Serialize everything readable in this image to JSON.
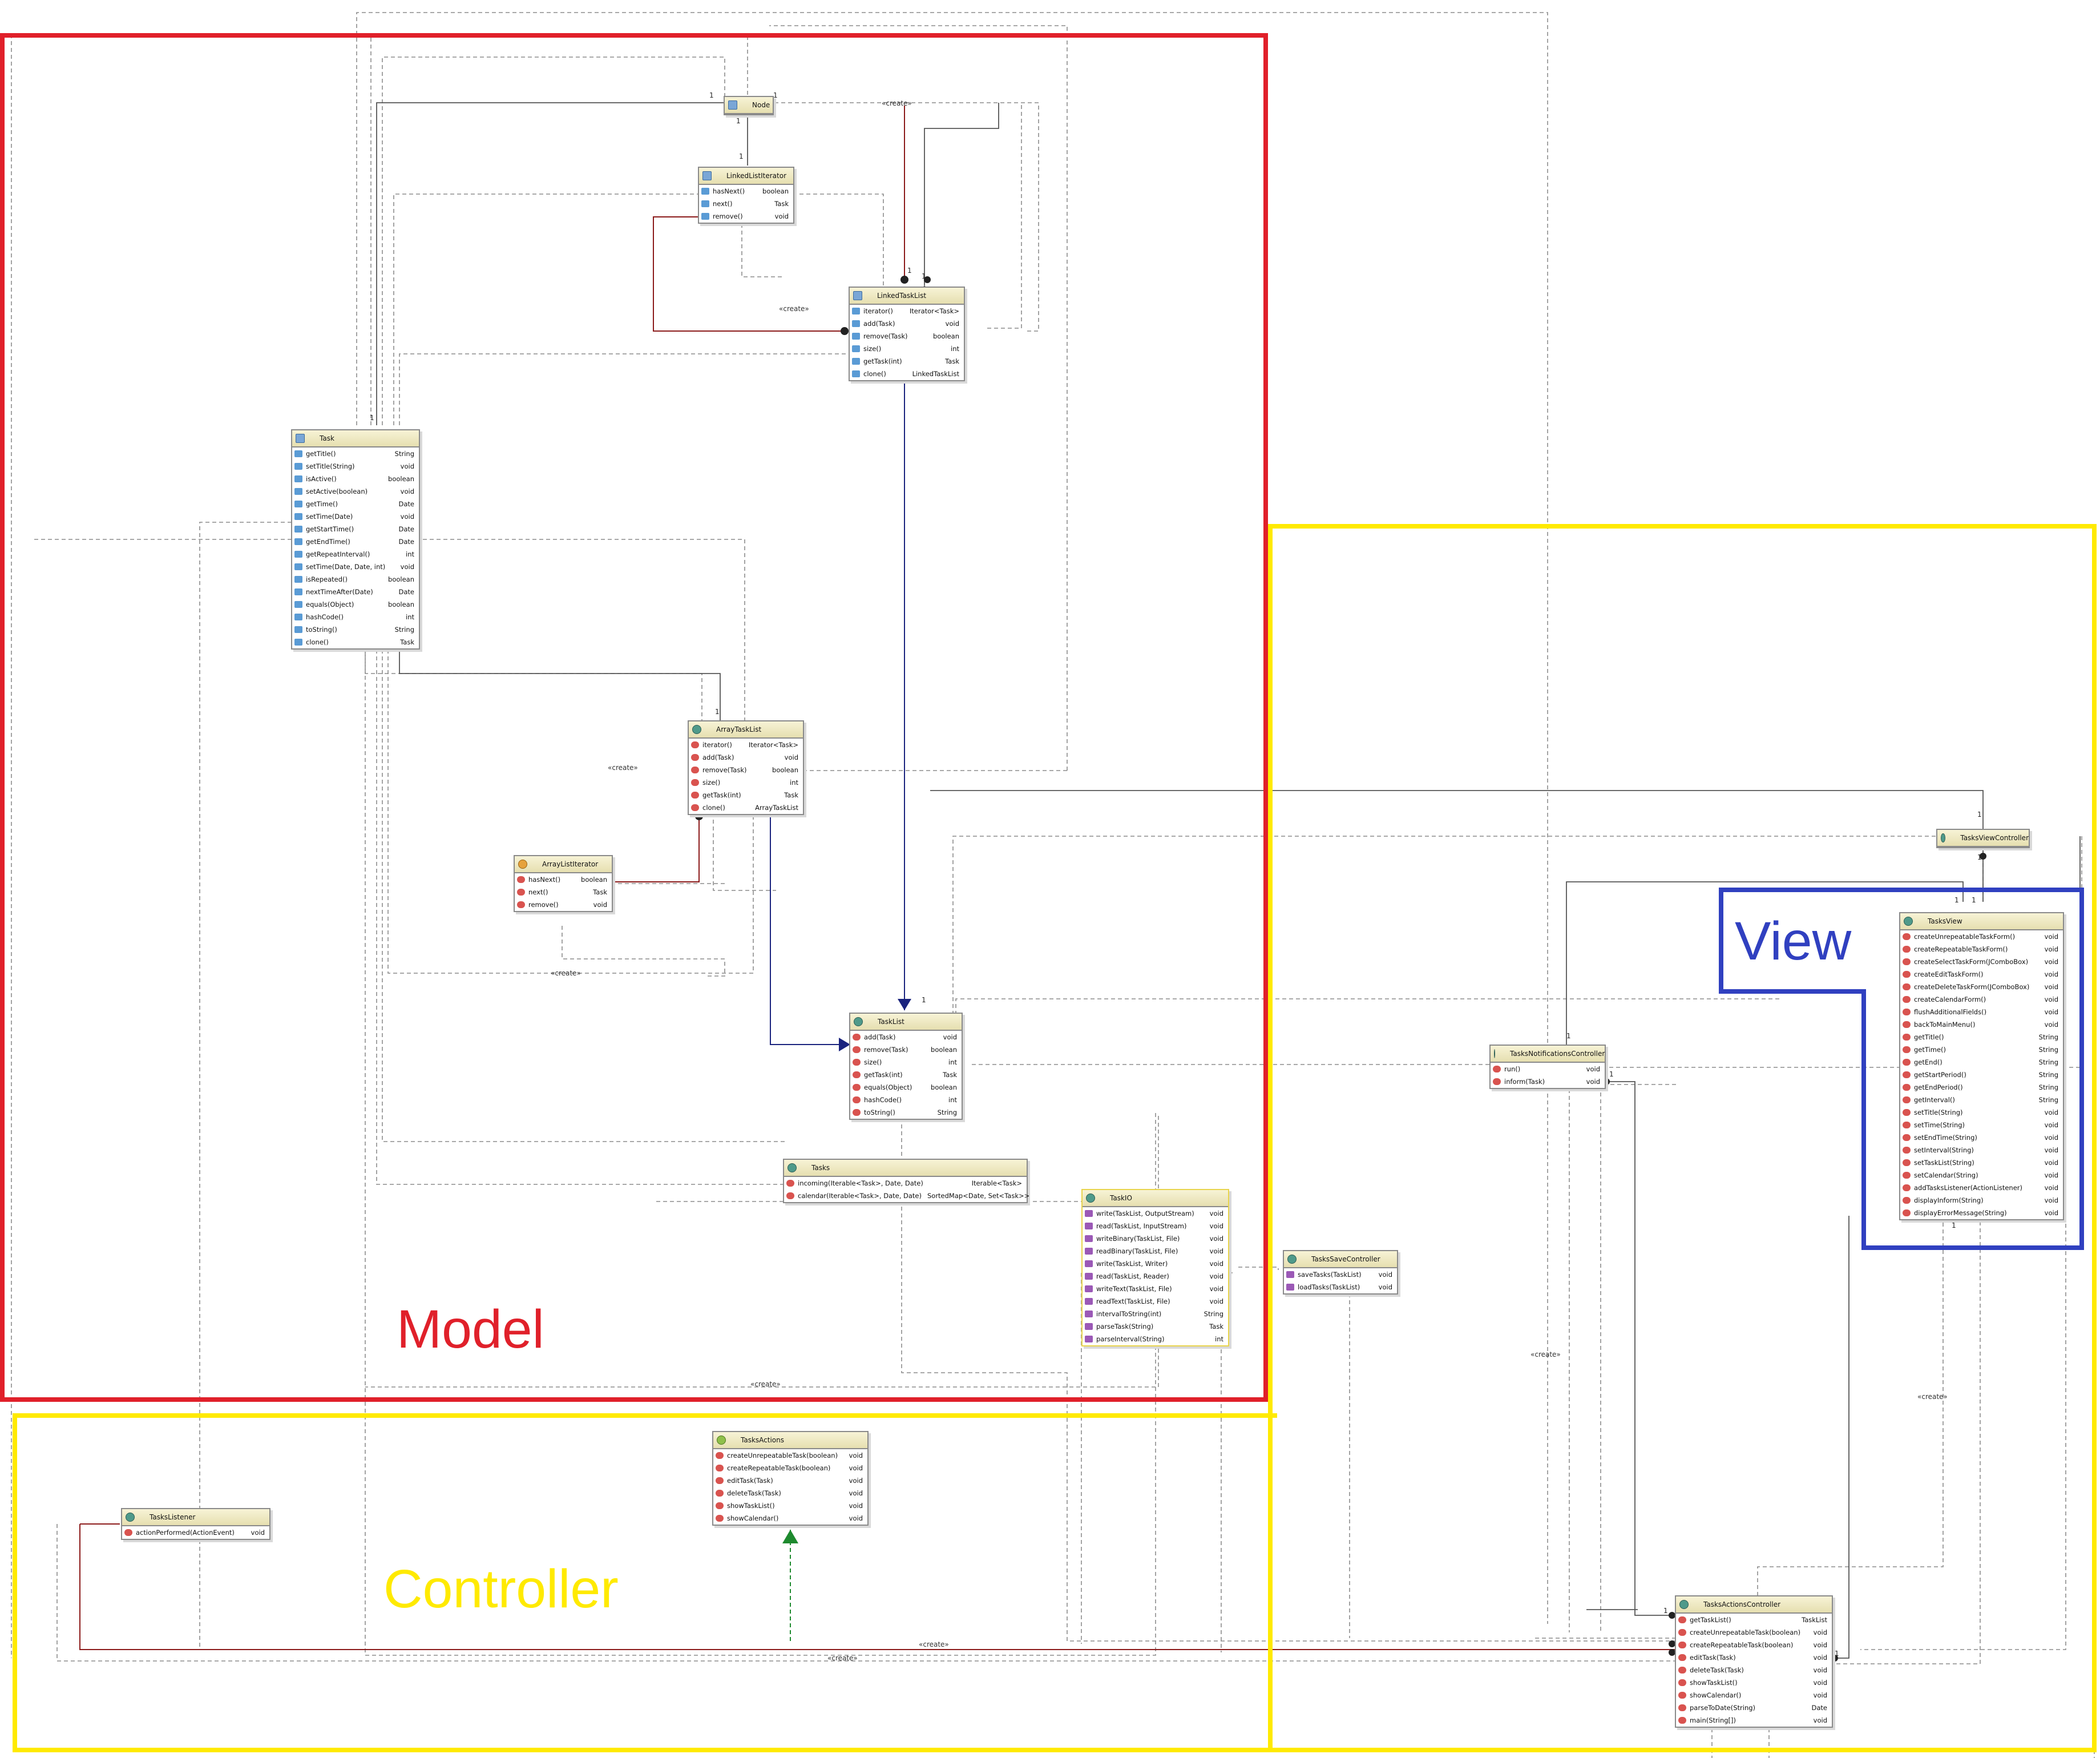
{
  "regions": {
    "model_label": "Model",
    "controller_label": "Controller",
    "view_label": "View",
    "colors": {
      "model": "#e0202a",
      "controller": "#ffea00",
      "view": "#3040c0"
    }
  },
  "stereotype_create": "«create»",
  "multiplicity_one": "1",
  "classes": {
    "node": {
      "name": "Node",
      "icon": "package-class-icon",
      "methods": []
    },
    "linkedlistiterator": {
      "name": "LinkedListIterator",
      "icon": "package-class-icon",
      "methods": [
        {
          "name": "hasNext()",
          "type": "boolean"
        },
        {
          "name": "next()",
          "type": "Task"
        },
        {
          "name": "remove()",
          "type": "void"
        }
      ]
    },
    "linkedtasklist": {
      "name": "LinkedTaskList",
      "icon": "package-class-icon",
      "methods": [
        {
          "name": "iterator()",
          "type": "Iterator<Task>"
        },
        {
          "name": "add(Task)",
          "type": "void"
        },
        {
          "name": "remove(Task)",
          "type": "boolean"
        },
        {
          "name": "size()",
          "type": "int"
        },
        {
          "name": "getTask(int)",
          "type": "Task"
        },
        {
          "name": "clone()",
          "type": "LinkedTaskList"
        }
      ]
    },
    "task": {
      "name": "Task",
      "icon": "package-class-icon",
      "methods": [
        {
          "name": "getTitle()",
          "type": "String"
        },
        {
          "name": "setTitle(String)",
          "type": "void"
        },
        {
          "name": "isActive()",
          "type": "boolean"
        },
        {
          "name": "setActive(boolean)",
          "type": "void"
        },
        {
          "name": "getTime()",
          "type": "Date"
        },
        {
          "name": "setTime(Date)",
          "type": "void"
        },
        {
          "name": "getStartTime()",
          "type": "Date"
        },
        {
          "name": "getEndTime()",
          "type": "Date"
        },
        {
          "name": "getRepeatInterval()",
          "type": "int"
        },
        {
          "name": "setTime(Date, Date, int)",
          "type": "void"
        },
        {
          "name": "isRepeated()",
          "type": "boolean"
        },
        {
          "name": "nextTimeAfter(Date)",
          "type": "Date"
        },
        {
          "name": "equals(Object)",
          "type": "boolean"
        },
        {
          "name": "hashCode()",
          "type": "int"
        },
        {
          "name": "toString()",
          "type": "String"
        },
        {
          "name": "clone()",
          "type": "Task"
        }
      ]
    },
    "arraytasklist": {
      "name": "ArrayTaskList",
      "icon": "class-icon",
      "methods": [
        {
          "name": "iterator()",
          "type": "Iterator<Task>"
        },
        {
          "name": "add(Task)",
          "type": "void"
        },
        {
          "name": "remove(Task)",
          "type": "boolean"
        },
        {
          "name": "size()",
          "type": "int"
        },
        {
          "name": "getTask(int)",
          "type": "Task"
        },
        {
          "name": "clone()",
          "type": "ArrayTaskList"
        }
      ]
    },
    "arraylistiterator": {
      "name": "ArrayListIterator",
      "icon": "abstract-class-icon",
      "methods": [
        {
          "name": "hasNext()",
          "type": "boolean"
        },
        {
          "name": "next()",
          "type": "Task"
        },
        {
          "name": "remove()",
          "type": "void"
        }
      ]
    },
    "tasklist": {
      "name": "TaskList",
      "icon": "class-icon",
      "methods": [
        {
          "name": "add(Task)",
          "type": "void"
        },
        {
          "name": "remove(Task)",
          "type": "boolean"
        },
        {
          "name": "size()",
          "type": "int"
        },
        {
          "name": "getTask(int)",
          "type": "Task"
        },
        {
          "name": "equals(Object)",
          "type": "boolean"
        },
        {
          "name": "hashCode()",
          "type": "int"
        },
        {
          "name": "toString()",
          "type": "String"
        }
      ]
    },
    "tasks": {
      "name": "Tasks",
      "icon": "class-icon",
      "methods": [
        {
          "name": "incoming(Iterable<Task>, Date, Date)",
          "type": "Iterable<Task>"
        },
        {
          "name": "calendar(Iterable<Task>, Date, Date)",
          "type": "SortedMap<Date, Set<Task>>"
        }
      ]
    },
    "taskio": {
      "name": "TaskIO",
      "icon": "class-icon",
      "methods": [
        {
          "name": "write(TaskList, OutputStream)",
          "type": "void"
        },
        {
          "name": "read(TaskList, InputStream)",
          "type": "void"
        },
        {
          "name": "writeBinary(TaskList, File)",
          "type": "void"
        },
        {
          "name": "readBinary(TaskList, File)",
          "type": "void"
        },
        {
          "name": "write(TaskList, Writer)",
          "type": "void"
        },
        {
          "name": "read(TaskList, Reader)",
          "type": "void"
        },
        {
          "name": "writeText(TaskList, File)",
          "type": "void"
        },
        {
          "name": "readText(TaskList, File)",
          "type": "void"
        },
        {
          "name": "intervalToString(int)",
          "type": "String"
        },
        {
          "name": "parseTask(String)",
          "type": "Task"
        },
        {
          "name": "parseInterval(String)",
          "type": "int"
        }
      ]
    },
    "taskssavecontroller": {
      "name": "TasksSaveController",
      "icon": "class-icon",
      "methods": [
        {
          "name": "saveTasks(TaskList)",
          "type": "void"
        },
        {
          "name": "loadTasks(TaskList)",
          "type": "void"
        }
      ]
    },
    "tasksactions": {
      "name": "TasksActions",
      "icon": "interface-icon",
      "methods": [
        {
          "name": "createUnrepeatableTask(boolean)",
          "type": "void"
        },
        {
          "name": "createRepeatableTask(boolean)",
          "type": "void"
        },
        {
          "name": "editTask(Task)",
          "type": "void"
        },
        {
          "name": "deleteTask(Task)",
          "type": "void"
        },
        {
          "name": "showTaskList()",
          "type": "void"
        },
        {
          "name": "showCalendar()",
          "type": "void"
        }
      ]
    },
    "taskslistener": {
      "name": "TasksListener",
      "icon": "class-icon",
      "methods": [
        {
          "name": "actionPerformed(ActionEvent)",
          "type": "void"
        }
      ]
    },
    "tasksviewcontroller": {
      "name": "TasksViewController",
      "icon": "class-icon",
      "methods": []
    },
    "tasksview": {
      "name": "TasksView",
      "icon": "class-icon",
      "methods": [
        {
          "name": "createUnrepeatableTaskForm()",
          "type": "void"
        },
        {
          "name": "createRepeatableTaskForm()",
          "type": "void"
        },
        {
          "name": "createSelectTaskForm(JComboBox)",
          "type": "void"
        },
        {
          "name": "createEditTaskForm()",
          "type": "void"
        },
        {
          "name": "createDeleteTaskForm(JComboBox)",
          "type": "void"
        },
        {
          "name": "createCalendarForm()",
          "type": "void"
        },
        {
          "name": "flushAdditionalFields()",
          "type": "void"
        },
        {
          "name": "backToMainMenu()",
          "type": "void"
        },
        {
          "name": "getTitle()",
          "type": "String"
        },
        {
          "name": "getTime()",
          "type": "String"
        },
        {
          "name": "getEnd()",
          "type": "String"
        },
        {
          "name": "getStartPeriod()",
          "type": "String"
        },
        {
          "name": "getEndPeriod()",
          "type": "String"
        },
        {
          "name": "getInterval()",
          "type": "String"
        },
        {
          "name": "setTitle(String)",
          "type": "void"
        },
        {
          "name": "setTime(String)",
          "type": "void"
        },
        {
          "name": "setEndTime(String)",
          "type": "void"
        },
        {
          "name": "setInterval(String)",
          "type": "void"
        },
        {
          "name": "setTaskList(String)",
          "type": "void"
        },
        {
          "name": "setCalendar(String)",
          "type": "void"
        },
        {
          "name": "addTasksListener(ActionListener)",
          "type": "void"
        },
        {
          "name": "displayInform(String)",
          "type": "void"
        },
        {
          "name": "displayErrorMessage(String)",
          "type": "void"
        }
      ]
    },
    "tasksnotificationscontroller": {
      "name": "TasksNotificationsController",
      "icon": "class-icon",
      "methods": [
        {
          "name": "run()",
          "type": "void"
        },
        {
          "name": "inform(Task)",
          "type": "void"
        }
      ]
    },
    "tasksactionscontroller": {
      "name": "TasksActionsController",
      "icon": "class-icon",
      "methods": [
        {
          "name": "getTaskList()",
          "type": "TaskList"
        },
        {
          "name": "createUnrepeatableTask(boolean)",
          "type": "void"
        },
        {
          "name": "createRepeatableTask(boolean)",
          "type": "void"
        },
        {
          "name": "editTask(Task)",
          "type": "void"
        },
        {
          "name": "deleteTask(Task)",
          "type": "void"
        },
        {
          "name": "showTaskList()",
          "type": "void"
        },
        {
          "name": "showCalendar()",
          "type": "void"
        },
        {
          "name": "parseToDate(String)",
          "type": "Date"
        },
        {
          "name": "main(String[])",
          "type": "void"
        }
      ]
    }
  }
}
